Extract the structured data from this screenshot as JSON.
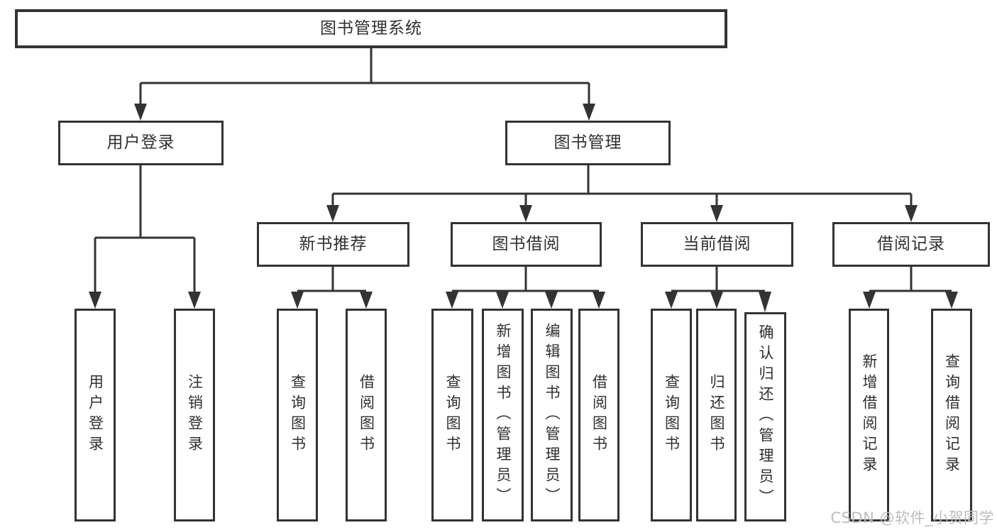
{
  "tree": {
    "root": {
      "label": "图书管理系统"
    },
    "branches": [
      {
        "label": "用户登录",
        "children": [
          {
            "label": "用户登录"
          },
          {
            "label": "注销登录"
          }
        ]
      },
      {
        "label": "图书管理",
        "groups": [
          {
            "label": "新书推荐",
            "children": [
              {
                "label": "查询图书"
              },
              {
                "label": "借阅图书"
              }
            ]
          },
          {
            "label": "图书借阅",
            "children": [
              {
                "label": "查询图书"
              },
              {
                "label": "新增图书（管理员）"
              },
              {
                "label": "编辑图书（管理员）"
              },
              {
                "label": "借阅图书"
              }
            ]
          },
          {
            "label": "当前借阅",
            "children": [
              {
                "label": "查询图书"
              },
              {
                "label": "归还图书"
              },
              {
                "label": "确认归还（管理员）"
              }
            ]
          },
          {
            "label": "借阅记录",
            "children": [
              {
                "label": "新增借阅记录"
              },
              {
                "label": "查询借阅记录"
              }
            ]
          }
        ]
      }
    ]
  },
  "watermark": {
    "text": "CSDN @软件_小贺同学",
    "color": "#bdbdbd"
  },
  "colors": {
    "line": "#333333",
    "box_border": "#333333",
    "text": "#2f2f2f",
    "background": "#ffffff"
  }
}
